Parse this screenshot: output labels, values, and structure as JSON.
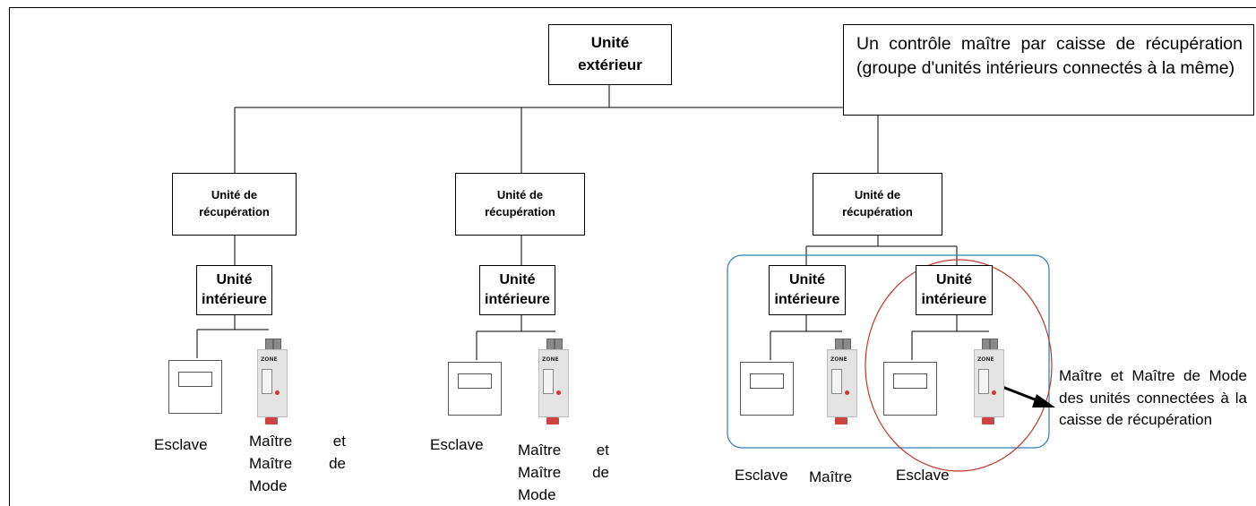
{
  "outdoor_unit": {
    "label_line1": "Unité",
    "label_line2": "extérieur"
  },
  "note": {
    "text": "Un  contrôle maître par caisse de récupération (groupe d'unités intérieurs connectés à la même)"
  },
  "recovery_units": [
    {
      "line1": "Unité de",
      "line2": "récupération"
    },
    {
      "line1": "Unité de",
      "line2": "récupération"
    },
    {
      "line1": "Unité de",
      "line2": "récupération"
    }
  ],
  "indoor_units": [
    {
      "line1": "Unité",
      "line2": "intérieure"
    },
    {
      "line1": "Unité",
      "line2": "intérieure"
    },
    {
      "line1": "Unité",
      "line2": "intérieure"
    },
    {
      "line1": "Unité",
      "line2": "intérieure"
    }
  ],
  "labels": {
    "slave_1": "Esclave",
    "master_mode_1": "Maître et Maître de Mode",
    "slave_2": "Esclave",
    "master_mode_2": "Maître et Maître de Mode",
    "slave_3": "Esclave",
    "master_3": "Maître",
    "slave_4": "Esclave",
    "callout": "Maître et Maître de Mode des unités connectées à la caisse de récupération"
  },
  "device_brand": "ZONE",
  "colors": {
    "group_outline": "#2e7db5",
    "highlight_circle": "#c0392b",
    "line": "#000000"
  }
}
